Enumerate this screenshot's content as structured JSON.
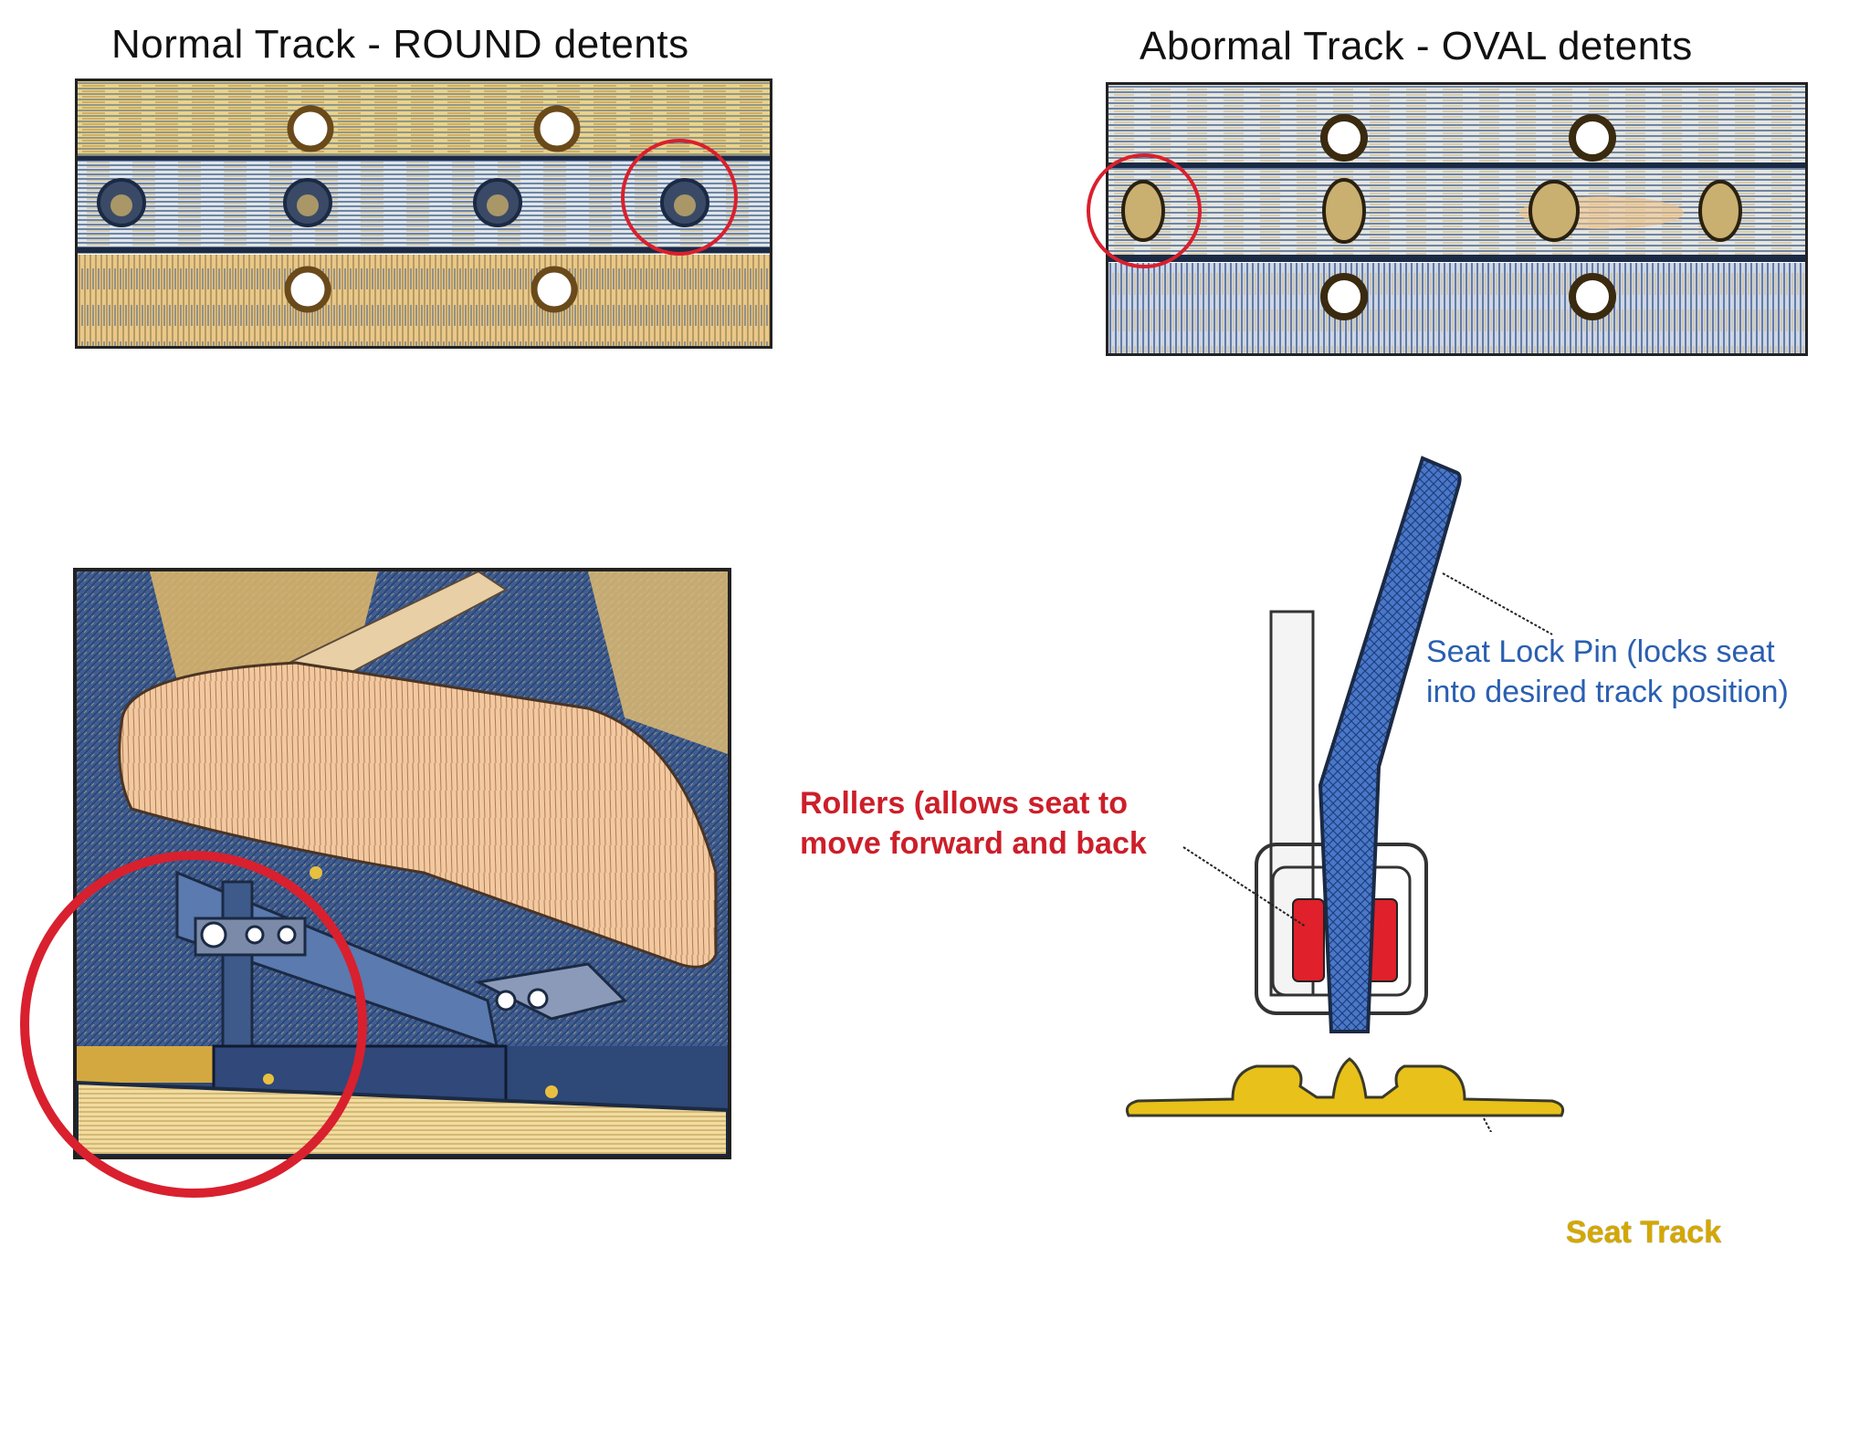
{
  "titles": {
    "left": "Normal Track - ROUND detents",
    "right": "Abormal Track - OVAL detents"
  },
  "labels": {
    "rollers_line1": "Rollers (allows seat to",
    "rollers_line2": "move forward and back",
    "pin_line1": "Seat Lock Pin (locks seat",
    "pin_line2": "into desired track position)",
    "track": "Seat Track"
  },
  "colors": {
    "highlight_ring": "#d9202e",
    "rollers_text": "#cc1f2a",
    "pin_text": "#2a5fb0",
    "track_text": "#d4a800",
    "track_rail": "#e8c11a",
    "pin_fill": "#3f6fc0",
    "roller_fill": "#e0202a"
  }
}
